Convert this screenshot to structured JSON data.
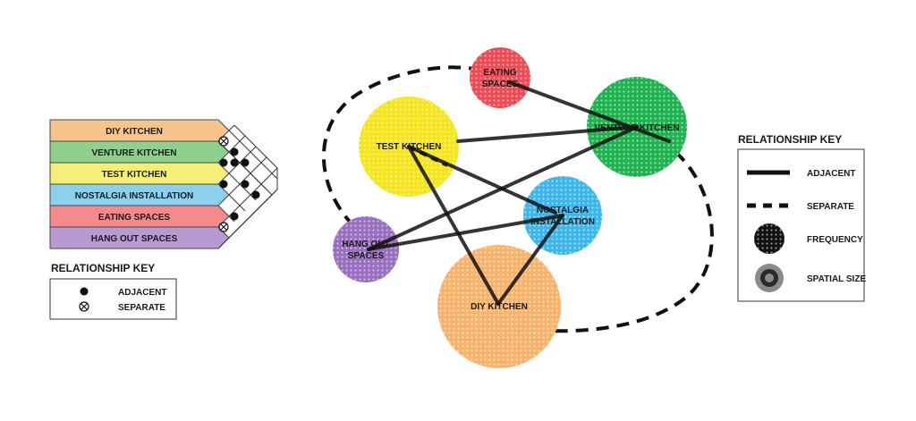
{
  "matrix": {
    "rows": [
      {
        "label": "DIY KITCHEN",
        "color": "#f8c48b"
      },
      {
        "label": "VENTURE KITCHEN",
        "color": "#8fd08f"
      },
      {
        "label": "TEST KITCHEN",
        "color": "#f5ef78"
      },
      {
        "label": "NOSTALGIA INSTALLATION",
        "color": "#8dd0ee"
      },
      {
        "label": "EATING SPACES",
        "color": "#f48a8a"
      },
      {
        "label": "HANG OUT SPACES",
        "color": "#b79ad2"
      }
    ]
  },
  "left_key": {
    "title": "RELATIONSHIP KEY",
    "items": [
      {
        "symbol": "filled-dot",
        "label": "ADJACENT"
      },
      {
        "symbol": "circle-x",
        "label": "SEPARATE"
      }
    ]
  },
  "bubbles": [
    {
      "id": "eating",
      "lines": [
        "EATING",
        "SPACES"
      ],
      "color": "#ef4b55"
    },
    {
      "id": "venture",
      "lines": [
        "VENTURE KITCHEN"
      ],
      "color": "#1fb350"
    },
    {
      "id": "test",
      "lines": [
        "TEST KITCHEN"
      ],
      "color": "#f4e51c"
    },
    {
      "id": "nostalgia",
      "lines": [
        "NOSTALGIA",
        "INSTALLATION"
      ],
      "color": "#3db7ea"
    },
    {
      "id": "hangout",
      "lines": [
        "HANG OUT",
        "SPACES"
      ],
      "color": "#9a6fc0"
    },
    {
      "id": "diy",
      "lines": [
        "DIY KITCHEN"
      ],
      "color": "#f7b36b"
    }
  ],
  "right_key": {
    "title": "RELATIONSHIP KEY",
    "items": [
      {
        "symbol": "solid-line",
        "label": "ADJACENT"
      },
      {
        "symbol": "dashed-line",
        "label": "SEPARATE"
      },
      {
        "symbol": "dot-pattern",
        "label": "FREQUENCY"
      },
      {
        "symbol": "concentric-circle",
        "label": "SPATIAL SIZE"
      }
    ]
  }
}
